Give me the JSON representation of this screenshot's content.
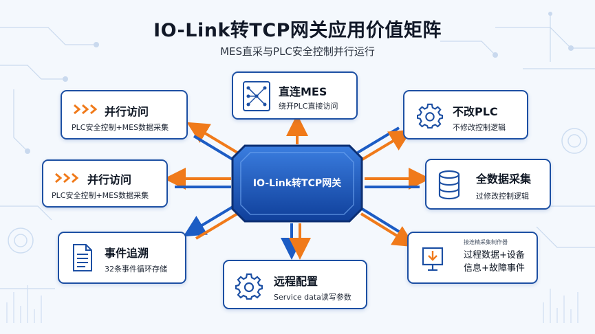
{
  "header": {
    "title": "IO-Link转TCP网关应用价值矩阵",
    "subtitle": "MES直采与PLC安全控制并行运行"
  },
  "hub": {
    "label": "IO-Link转TCP网关"
  },
  "cards": {
    "direct_mes": {
      "title": "直连MES",
      "desc": "绕开PLC直接访问"
    },
    "parallel_1": {
      "title": "并行访问",
      "desc": "PLC安全控制+MES数据采集"
    },
    "parallel_2": {
      "title": "并行访问",
      "desc": "PLC安全控制+MES数据采集"
    },
    "event_trace": {
      "title": "事件追溯",
      "desc": "32条事件循环存储"
    },
    "remote_config": {
      "title": "远程配置",
      "desc": "Service data读写参数"
    },
    "no_plc_change": {
      "title": "不改PLC",
      "desc": "不修改控制逻辑"
    },
    "full_data": {
      "title": "全数据采集",
      "desc": "过修改控制逻辑"
    },
    "process_data": {
      "tiny": "接连精采集制作器",
      "line1": "过程数据+设备",
      "line2": "信息+故障事件"
    }
  },
  "colors": {
    "blue": "#1c5cc4",
    "orange": "#f07a1a",
    "navy": "#1c4fa3"
  },
  "icons": {
    "direct_mes": "network-icon",
    "parallel": "chevrons-icon",
    "event_trace": "document-icon",
    "remote_config": "gear-icon",
    "no_plc_change": "gear-icon",
    "full_data": "database-icon",
    "process_data": "download-monitor-icon"
  }
}
